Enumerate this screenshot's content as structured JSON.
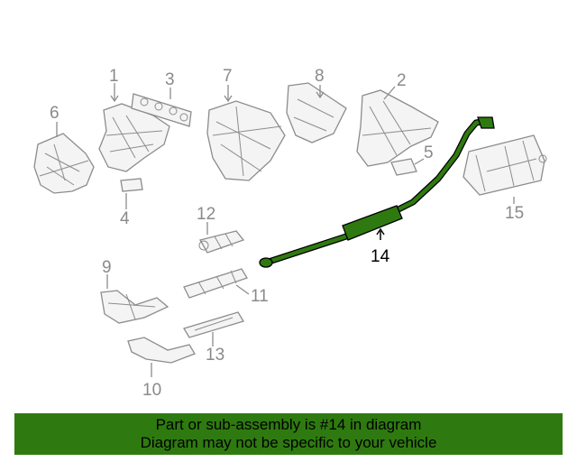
{
  "callouts": {
    "c1": "1",
    "c2": "2",
    "c3": "3",
    "c4": "4",
    "c5": "5",
    "c6": "6",
    "c7": "7",
    "c8": "8",
    "c9": "9",
    "c10": "10",
    "c11": "11",
    "c12": "12",
    "c13": "13",
    "c14": "14",
    "c15": "15"
  },
  "highlight": {
    "part": "14",
    "color": "#2f7a10"
  },
  "banner": {
    "line1": "Part or sub-assembly is #14 in diagram",
    "line2": "Diagram may not be specific to your vehicle",
    "background": "#2f7a10"
  }
}
